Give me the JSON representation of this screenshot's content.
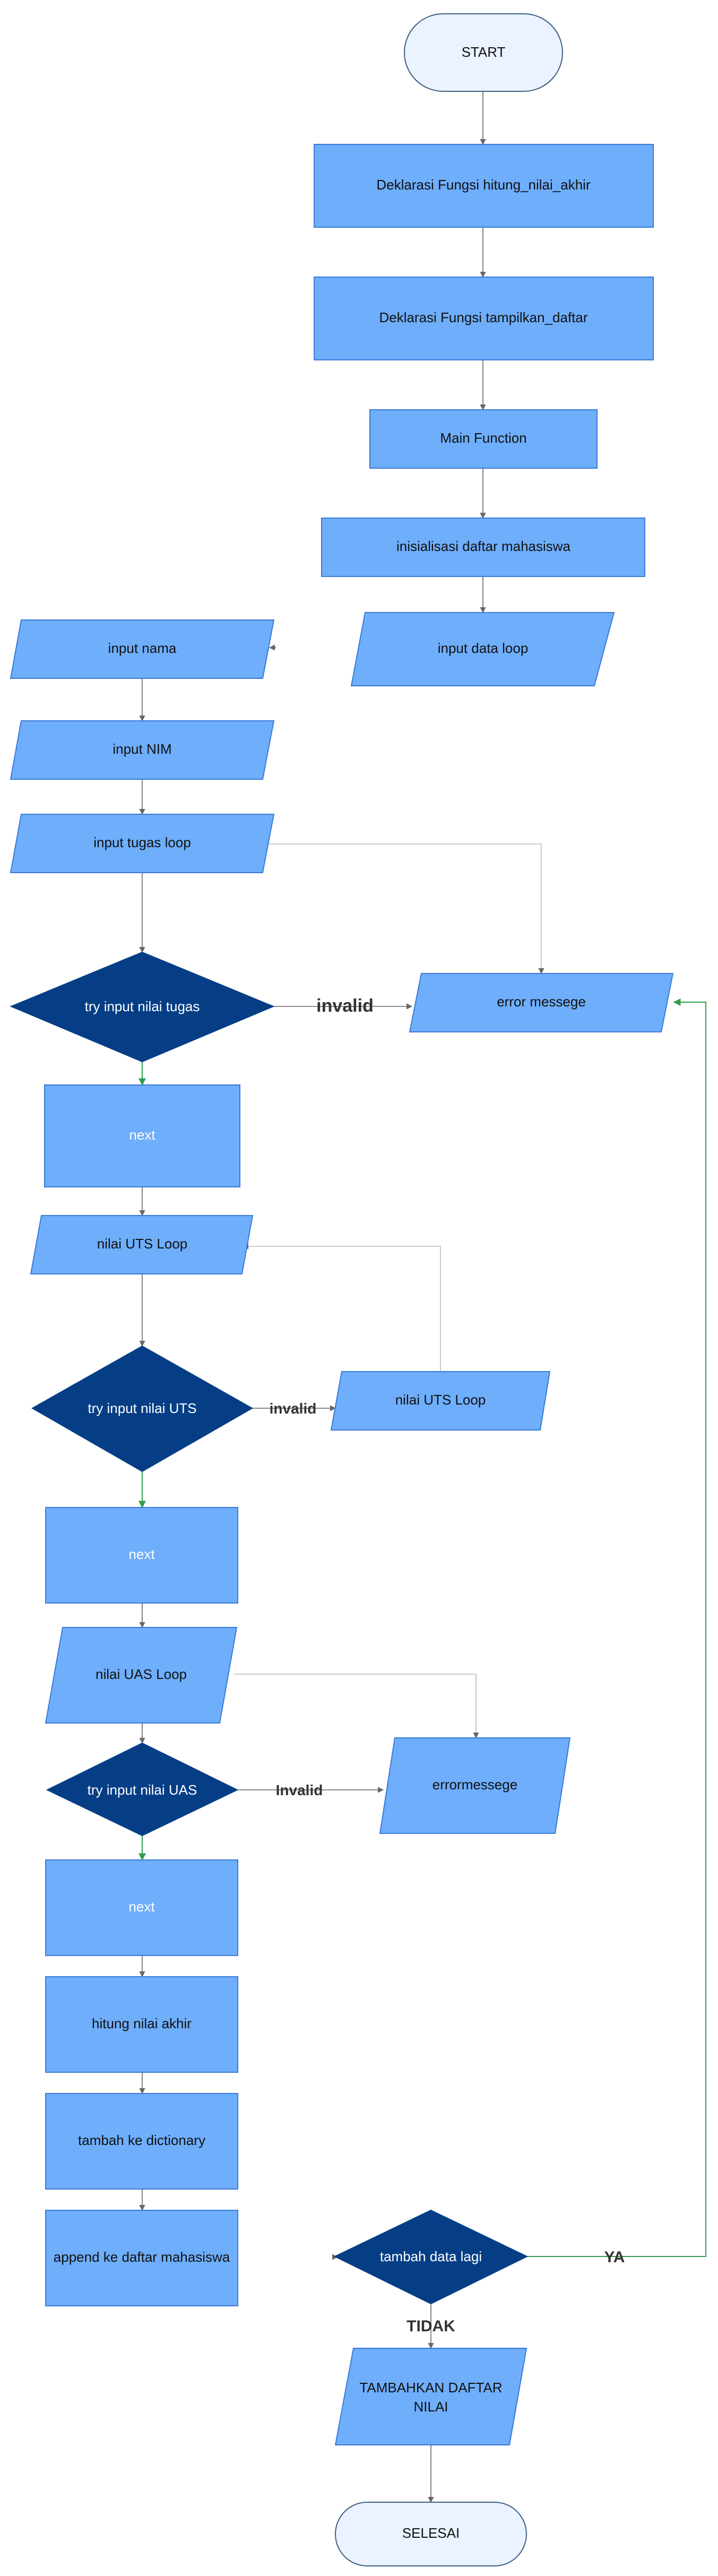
{
  "nodes": {
    "start": "START",
    "decl_hitung": "Deklarasi Fungsi hitung_nilai_akhir",
    "decl_tampilkan": "Deklarasi Fungsi tampilkan_daftar",
    "main_function": "Main Function",
    "init_daftar": "inisialisasi daftar mahasiswa",
    "input_data_loop": "input data loop",
    "input_nama": "input nama",
    "input_nim": "input NIM",
    "input_tugas_loop": "input tugas loop",
    "try_tugas": "try input nilai tugas",
    "error_messege": "error messege",
    "next_1": "next",
    "nilai_uts_loop": "nilai UTS Loop",
    "try_uts": "try input nilai UTS",
    "nilai_uts_loop_2": "nilai UTS Loop",
    "next_2": "next",
    "nilai_uas_loop": "nilai UAS Loop",
    "try_uas": "try input nilai UAS",
    "errormessege": "errormessege",
    "next_3": "next",
    "hitung_nilai_akhir": "hitung nilai akhir",
    "tambah_dictionary": "tambah ke dictionary",
    "append_daftar": "append ke daftar mahasiswa",
    "tambah_data_lagi": "tambah data lagi",
    "tambahkan_daftar_nilai_1": "TAMBAHKAN DAFTAR",
    "tambahkan_daftar_nilai_2": "NILAI",
    "selesai": "SELESAI"
  },
  "edge_labels": {
    "invalid_tugas": "invalid",
    "invalid_uts": "invalid",
    "invalid_uas": "Invalid",
    "ya": "YA",
    "tidak": "TIDAK"
  }
}
